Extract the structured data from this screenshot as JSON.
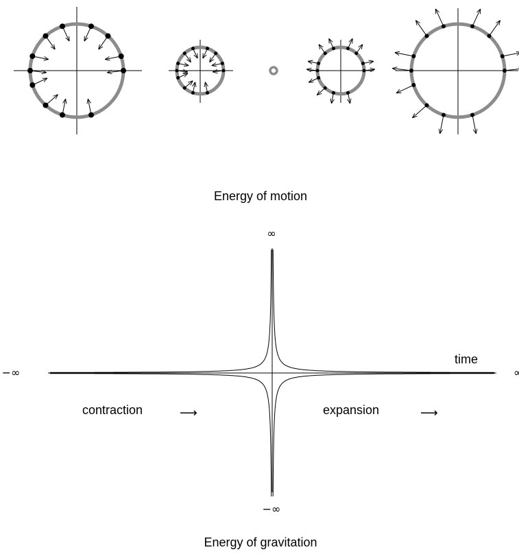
{
  "top_panel": {
    "caption": "Energy of motion",
    "stages": [
      {
        "id": "stage-1",
        "direction": "inward",
        "arrow_count": 12
      },
      {
        "id": "stage-2",
        "direction": "inward",
        "arrow_count": 12
      },
      {
        "id": "stage-3",
        "direction": "point",
        "arrow_count": 0
      },
      {
        "id": "stage-4",
        "direction": "outward",
        "arrow_count": 12
      },
      {
        "id": "stage-5",
        "direction": "outward",
        "arrow_count": 12
      }
    ],
    "colors": {
      "sphere": "#8c8c8c",
      "particle": "#000000",
      "arrow": "#000000"
    }
  },
  "bottom_panel": {
    "caption": "Energy of gravitation",
    "y_top_label": "∞",
    "y_bottom_label": "−∞",
    "x_left_label": "−∞",
    "x_right_label": "∞",
    "time_label": "time",
    "contraction_label": "contraction",
    "expansion_label": "expansion",
    "arrow_glyph": "⟶"
  }
}
